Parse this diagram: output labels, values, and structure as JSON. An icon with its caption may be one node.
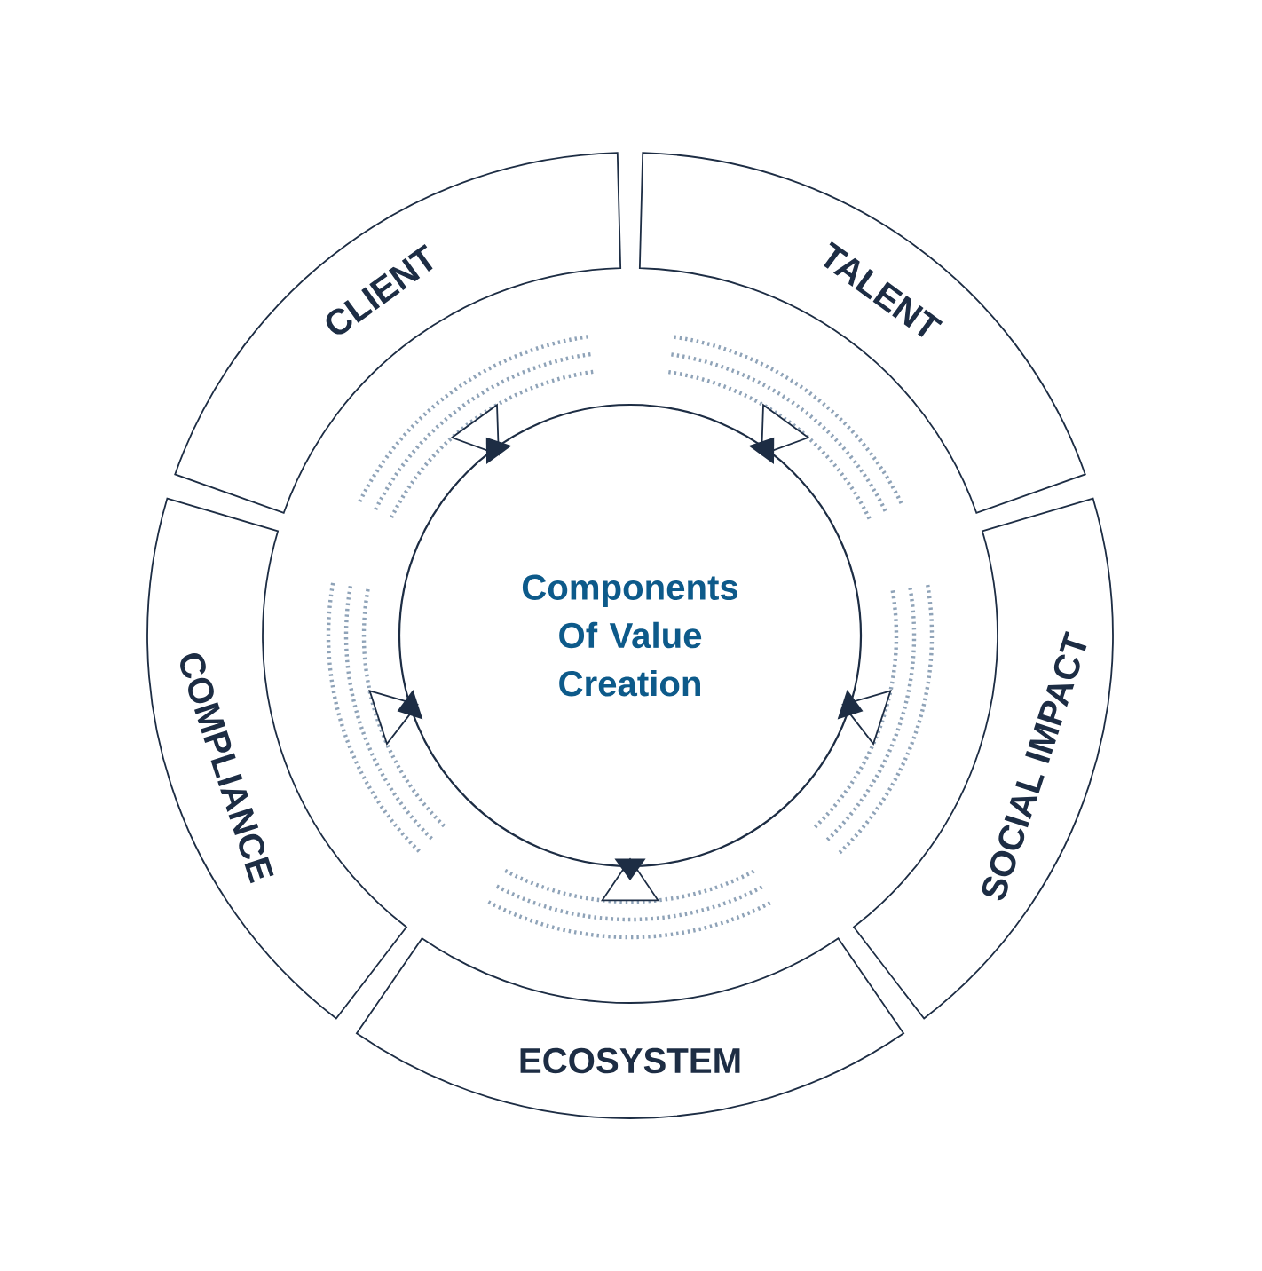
{
  "diagram": {
    "nodes": [
      {
        "text": [
          "Components Of Value Creation"
        ]
      },
      {
        "text": [
          "CLIENT"
        ]
      },
      {
        "text": [
          "TALENT"
        ]
      },
      {
        "text": [
          "SOCIAL IMPACT"
        ]
      },
      {
        "text": [
          "ECOSYSTEM"
        ]
      },
      {
        "text": [
          "COMPLIANCE"
        ]
      }
    ]
  }
}
